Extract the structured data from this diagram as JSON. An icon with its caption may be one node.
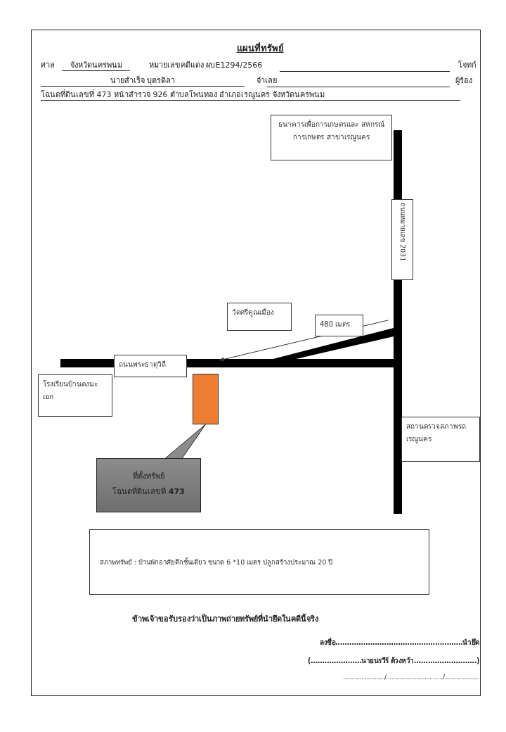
{
  "diagram": {
    "title": "แผนที่ทรัพย์",
    "nodes": [
      {
        "text": [
          "ธนาคารเพื่อการเกษตรและ สหกรณ์การเกษตร สาขาเรณูนคร"
        ]
      },
      {
        "text": [
          "ถนนหมายเลข 2031"
        ]
      },
      {
        "text": [
          "วัดศรีคูณเมือง"
        ]
      },
      {
        "text": [
          "480 เมตร"
        ]
      },
      {
        "text": [
          "ถนนพระธาตุวิถี"
        ]
      },
      {
        "text": [
          "โรงเรียนบ้านดงมะเอก"
        ]
      },
      {
        "text": [],
        "shape": "box"
      },
      {
        "text": [
          "ที่ตั้งทรัพย์",
          "โฉนดที่ดินเลขที่ **473**"
        ]
      },
      {
        "text": [
          "สถานตรวจสภาพรถเรณูนคร"
        ]
      },
      {
        "text": [
          "สภาพทรัพย์ : บ้านพักอาศัยตึกชั้นเดียว ขนาด 6 *10 เมตร ปลูกสร้างประมาณ 20 ปี"
        ]
      }
    ],
    "edges": [
      {
        "from": 7,
        "to": 6,
        "arrow": "none"
      }
    ],
    "labels": [
      "ศาล",
      "จังหวัดนครพนม",
      "หมายเลขคดีแดง ผบE1294/2566",
      "โจทก์",
      "นายสำเร็จ บุตรดิลา",
      "จำเลย",
      "ผู้ร้อง",
      "โฉนดที่ดินเลขที่ 473 หน้าสำรวจ 926 ตำบลโพนทอง อำเภอเรณูนคร จังหวัดนครพนม",
      "ข้าพเจ้าขอรับรองว่าเป็นภาพถ่ายทรัพย์ที่นำยึดในคดีนี้จริง",
      "ลงชื่อ.......................................................นำยึด",
      "(......................นายนรวีร์ ต้วงหว้า...........................)",
      "........................./................................../....................."
    ]
  }
}
